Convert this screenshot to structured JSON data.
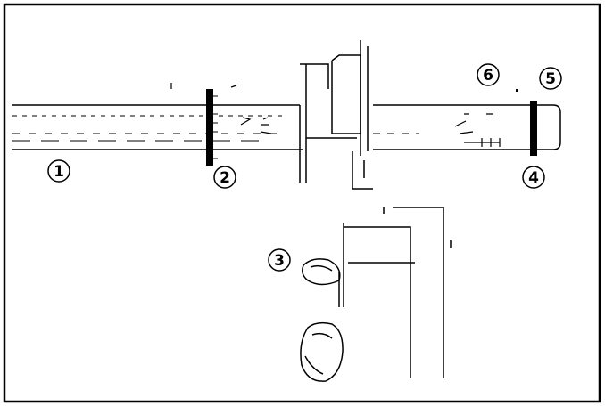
{
  "diagram": {
    "callouts": [
      {
        "id": "1",
        "label": "①"
      },
      {
        "id": "2",
        "label": "②"
      },
      {
        "id": "3",
        "label": "③"
      },
      {
        "id": "4",
        "label": "④"
      },
      {
        "id": "5",
        "label": "⑤"
      },
      {
        "id": "6",
        "label": "⑥"
      }
    ]
  }
}
